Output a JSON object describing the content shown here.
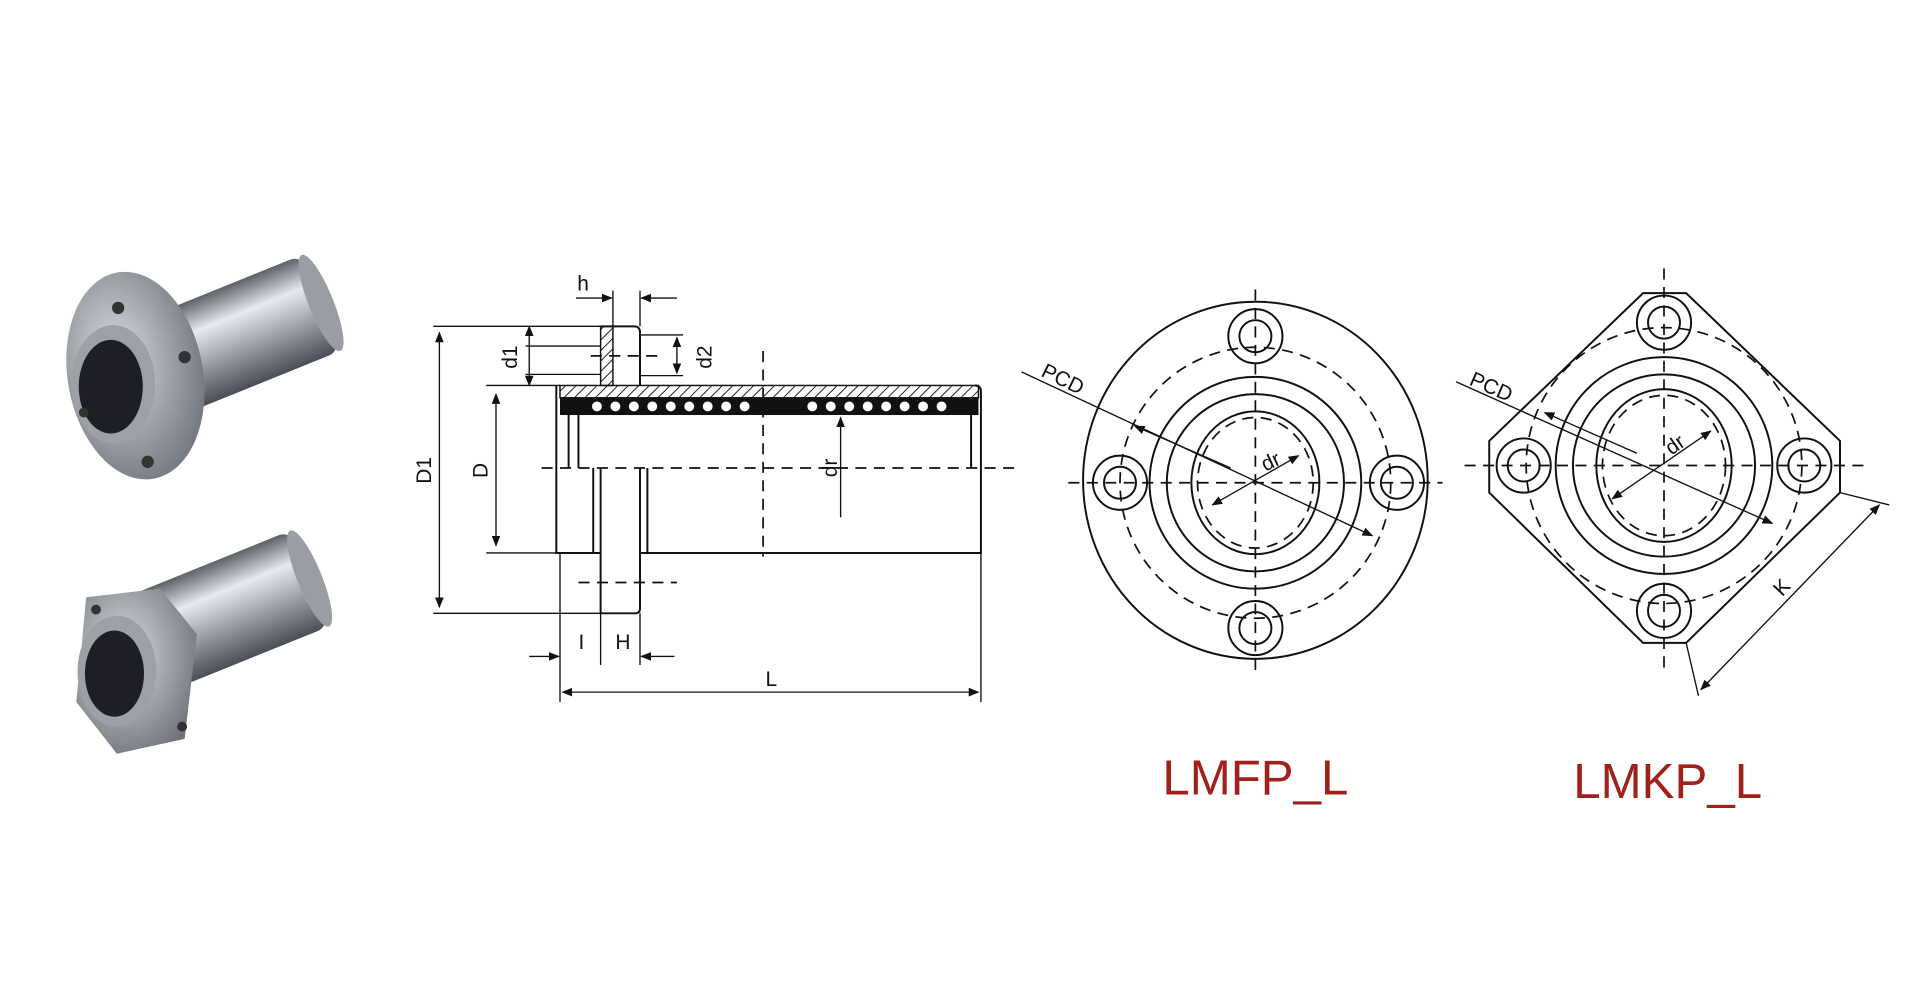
{
  "colors": {
    "model_label": "#a0201a",
    "line": "#111111"
  },
  "side_view": {
    "dimensions": {
      "h": "h",
      "d1": "d1",
      "d2": "d2",
      "D1": "D1",
      "D": "D",
      "dr": "dr",
      "I": "I",
      "H": "H",
      "L": "L"
    }
  },
  "round_flange": {
    "pcd": "PCD",
    "dr": "dr",
    "model": "LMFP_L"
  },
  "square_flange": {
    "pcd": "PCD",
    "dr": "dr",
    "k": "K",
    "model": "LMKP_L"
  }
}
